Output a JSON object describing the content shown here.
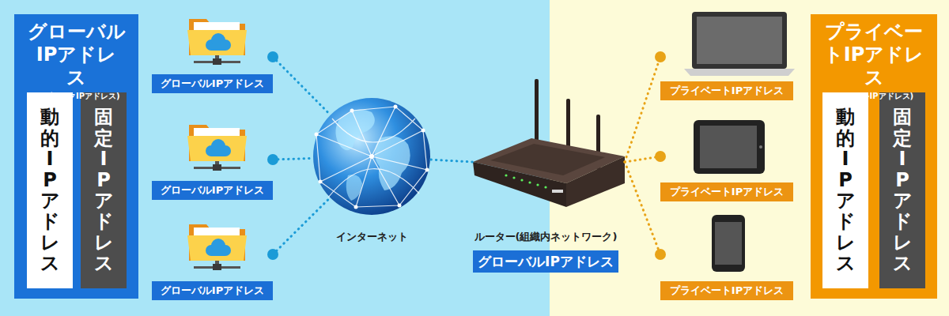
{
  "diagram": {
    "nodes": [
      {
        "text": [
          "グローバルIPアドレス",
          "(パブリックIPアドレス)"
        ]
      },
      {
        "text": [
          "動的IPアドレス"
        ],
        "in": 0
      },
      {
        "text": [
          "固定IPアドレス"
        ],
        "in": 0
      },
      {
        "text": [
          "グローバルIPアドレス"
        ]
      },
      {
        "text": [
          "グローバルIPアドレス"
        ]
      },
      {
        "text": [
          "グローバルIPアドレス"
        ]
      },
      {
        "text": [
          "インターネット"
        ]
      },
      {
        "text": [
          "ルーター(組織内ネットワーク)",
          "グローバルIPアドレス"
        ]
      },
      {
        "text": [
          "プライベートIPアドレス"
        ]
      },
      {
        "text": [
          "プライベートIPアドレス"
        ]
      },
      {
        "text": [
          "プライベートIPアドレス"
        ]
      },
      {
        "text": [
          "プライベートIPアドレス",
          "(ローカルIPアドレス)"
        ]
      },
      {
        "text": [
          "動的IPアドレス"
        ],
        "in": 11
      },
      {
        "text": [
          "固定IPアドレス"
        ],
        "in": 11
      }
    ],
    "edges": [
      {
        "from": 3,
        "to": 6,
        "arrow": "none"
      },
      {
        "from": 4,
        "to": 6,
        "arrow": "none"
      },
      {
        "from": 5,
        "to": 6,
        "arrow": "none"
      },
      {
        "from": 6,
        "to": 7,
        "arrow": "none"
      },
      {
        "from": 7,
        "to": 8,
        "arrow": "none"
      },
      {
        "from": 7,
        "to": 9,
        "arrow": "none"
      },
      {
        "from": 7,
        "to": 10,
        "arrow": "none"
      }
    ]
  }
}
